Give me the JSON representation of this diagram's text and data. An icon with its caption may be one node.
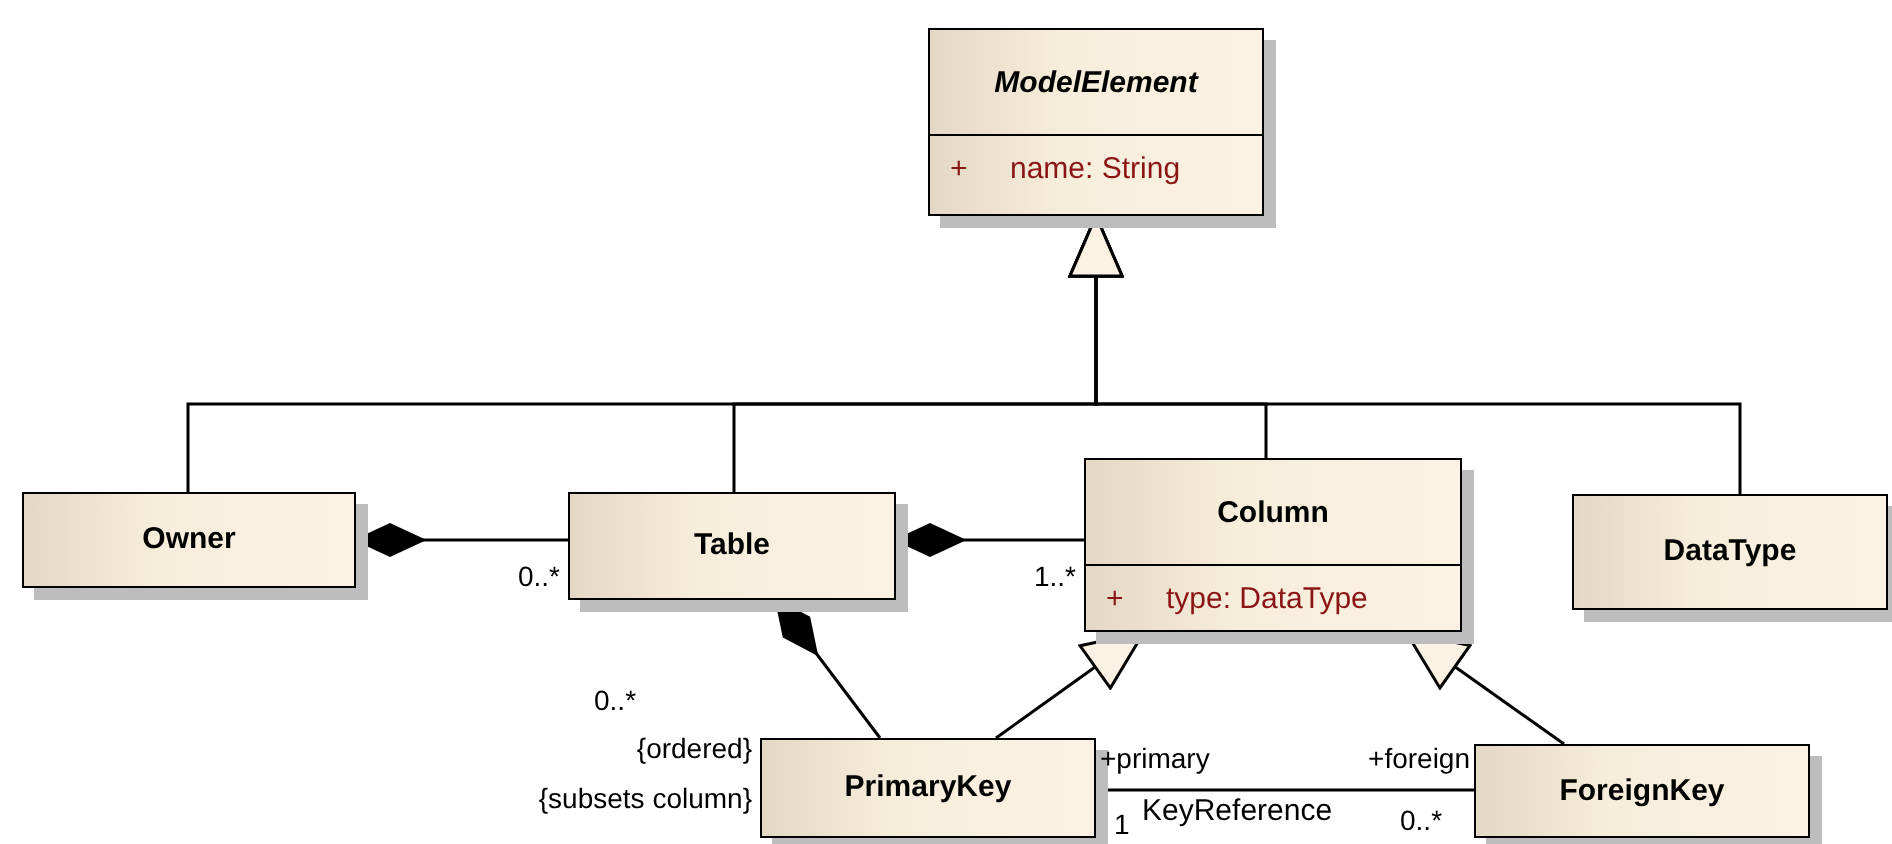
{
  "diagram": {
    "nodes": [
      {
        "text": [
          "ModelElement",
          "+",
          "name: String"
        ]
      },
      {
        "text": [
          "Owner"
        ]
      },
      {
        "text": [
          "Table"
        ]
      },
      {
        "text": [
          "Column",
          "+",
          "type: DataType"
        ]
      },
      {
        "text": [
          "DataType"
        ]
      },
      {
        "text": [
          "PrimaryKey"
        ]
      },
      {
        "text": [
          "ForeignKey"
        ]
      }
    ],
    "edges": [
      {
        "from": 1,
        "to": 0,
        "arrow": "to"
      },
      {
        "from": 2,
        "to": 0,
        "arrow": "to"
      },
      {
        "from": 3,
        "to": 0,
        "arrow": "to"
      },
      {
        "from": 4,
        "to": 0,
        "arrow": "to"
      },
      {
        "from": 2,
        "to": 1,
        "arrow": "other"
      },
      {
        "from": 3,
        "to": 2,
        "arrow": "other"
      },
      {
        "from": 5,
        "to": 2,
        "arrow": "other"
      },
      {
        "from": 5,
        "to": 3,
        "arrow": "to"
      },
      {
        "from": 6,
        "to": 3,
        "arrow": "to"
      },
      {
        "from": 5,
        "to": 6,
        "arrow": "none",
        "label": "KeyReference"
      }
    ],
    "labels": [
      "0..*",
      "1..*",
      "0..*",
      "{ordered}",
      "{subsets column}",
      "+primary",
      "+foreign",
      "1",
      "0..*"
    ]
  }
}
